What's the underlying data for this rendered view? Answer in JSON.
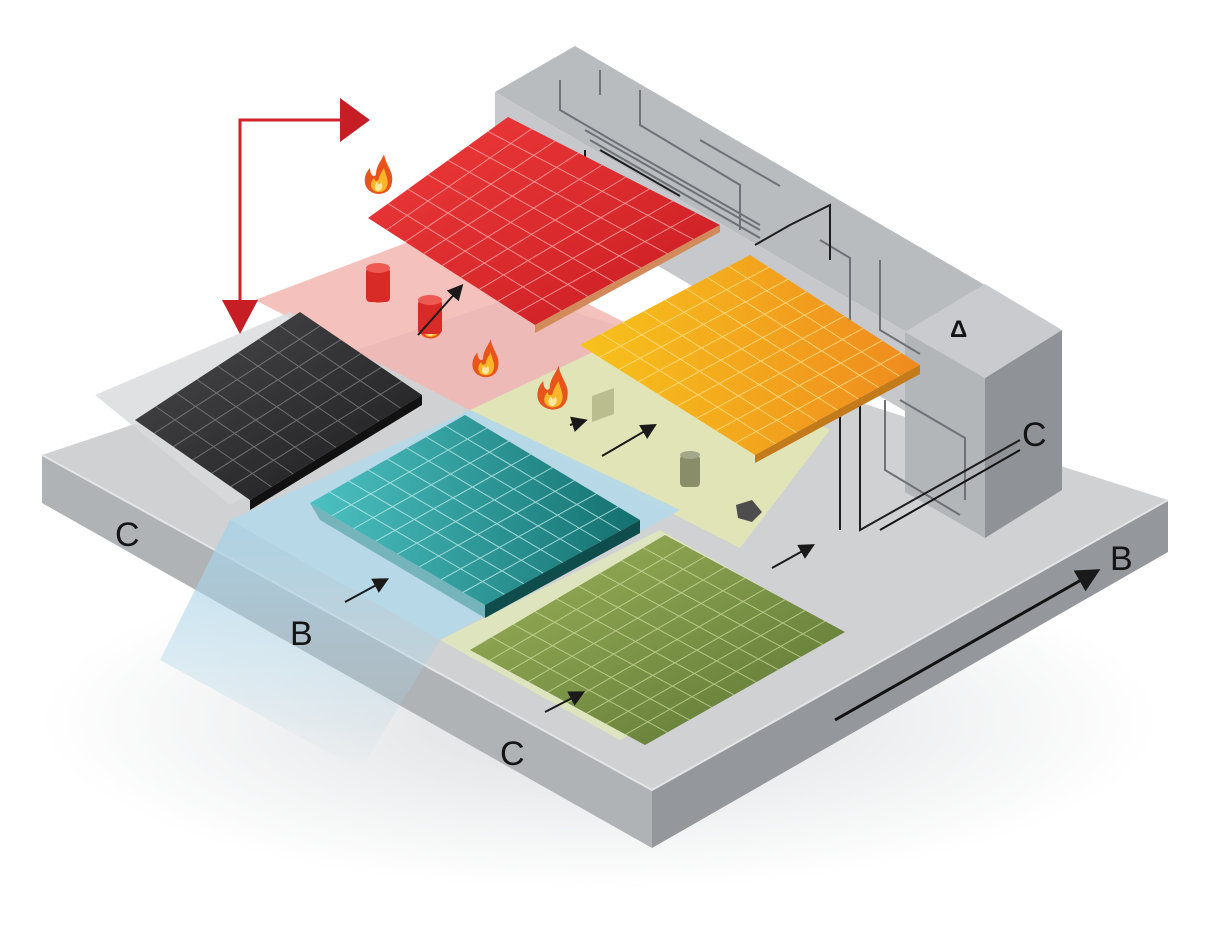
{
  "labels": {
    "left_edge": "C",
    "front_center": "B",
    "front_bottom": "C",
    "right_top": "C",
    "right_edge": "B",
    "small_marker": "Δ"
  },
  "panels": [
    {
      "name": "red",
      "color": "#e0252a"
    },
    {
      "name": "orange",
      "color": "#f2a11c"
    },
    {
      "name": "dark",
      "color": "#3a3a3c"
    },
    {
      "name": "teal",
      "color": "#1f9a9a"
    },
    {
      "name": "green",
      "color": "#7f9a45"
    }
  ],
  "zones": [
    {
      "name": "red-zone",
      "color": "#f1b3b0"
    },
    {
      "name": "yellow-zone",
      "color": "#e4e6b7"
    },
    {
      "name": "blue-zone",
      "color": "#b9dbe9"
    },
    {
      "name": "green-zone",
      "color": "#dfe6bf"
    }
  ],
  "icons": [
    "fire-icon",
    "canister-icon",
    "flow-arrow-icon"
  ],
  "colors": {
    "platform_top": "#c9cbcd",
    "platform_front": "#a9acaf",
    "platform_side": "#8f9296",
    "accent_red": "#d42027"
  }
}
